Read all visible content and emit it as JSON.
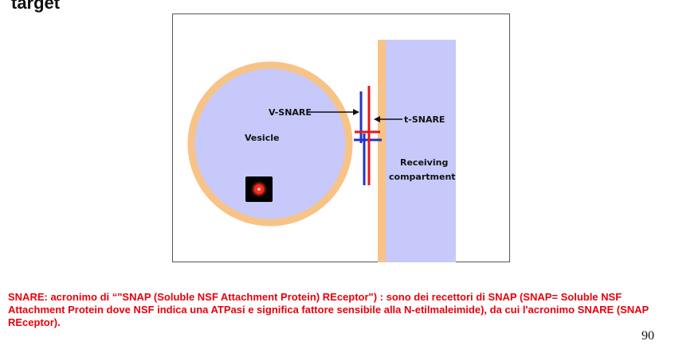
{
  "slide": {
    "title": "target",
    "page_number": "90"
  },
  "diagram": {
    "labels": {
      "v_snare": "V-SNARE",
      "t_snare": "t-SNARE",
      "vesicle": "Vesicle",
      "receiving_line1": "Receiving",
      "receiving_line2": "compartment"
    },
    "colors": {
      "vesicle_fill": "#c7c9fb",
      "vesicle_rim": "#f8c386",
      "compartment_fill": "#c7c9fb",
      "membrane": "#f8c386",
      "v_snare": "#2134c8",
      "t_snare": "#e3191c"
    }
  },
  "caption": {
    "text": "SNARE: acronimo di “\"SNAP (Soluble NSF Attachment Protein) REceptor\") : sono dei recettori di SNAP (SNAP= Soluble NSF Attachment Protein dove NSF indica una ATPasi e significa fattore sensibile alla N-etilmaleimide), da cui l'acronimo SNARE (SNAP REceptor)."
  },
  "controls": {
    "record_icon": "record-icon"
  }
}
